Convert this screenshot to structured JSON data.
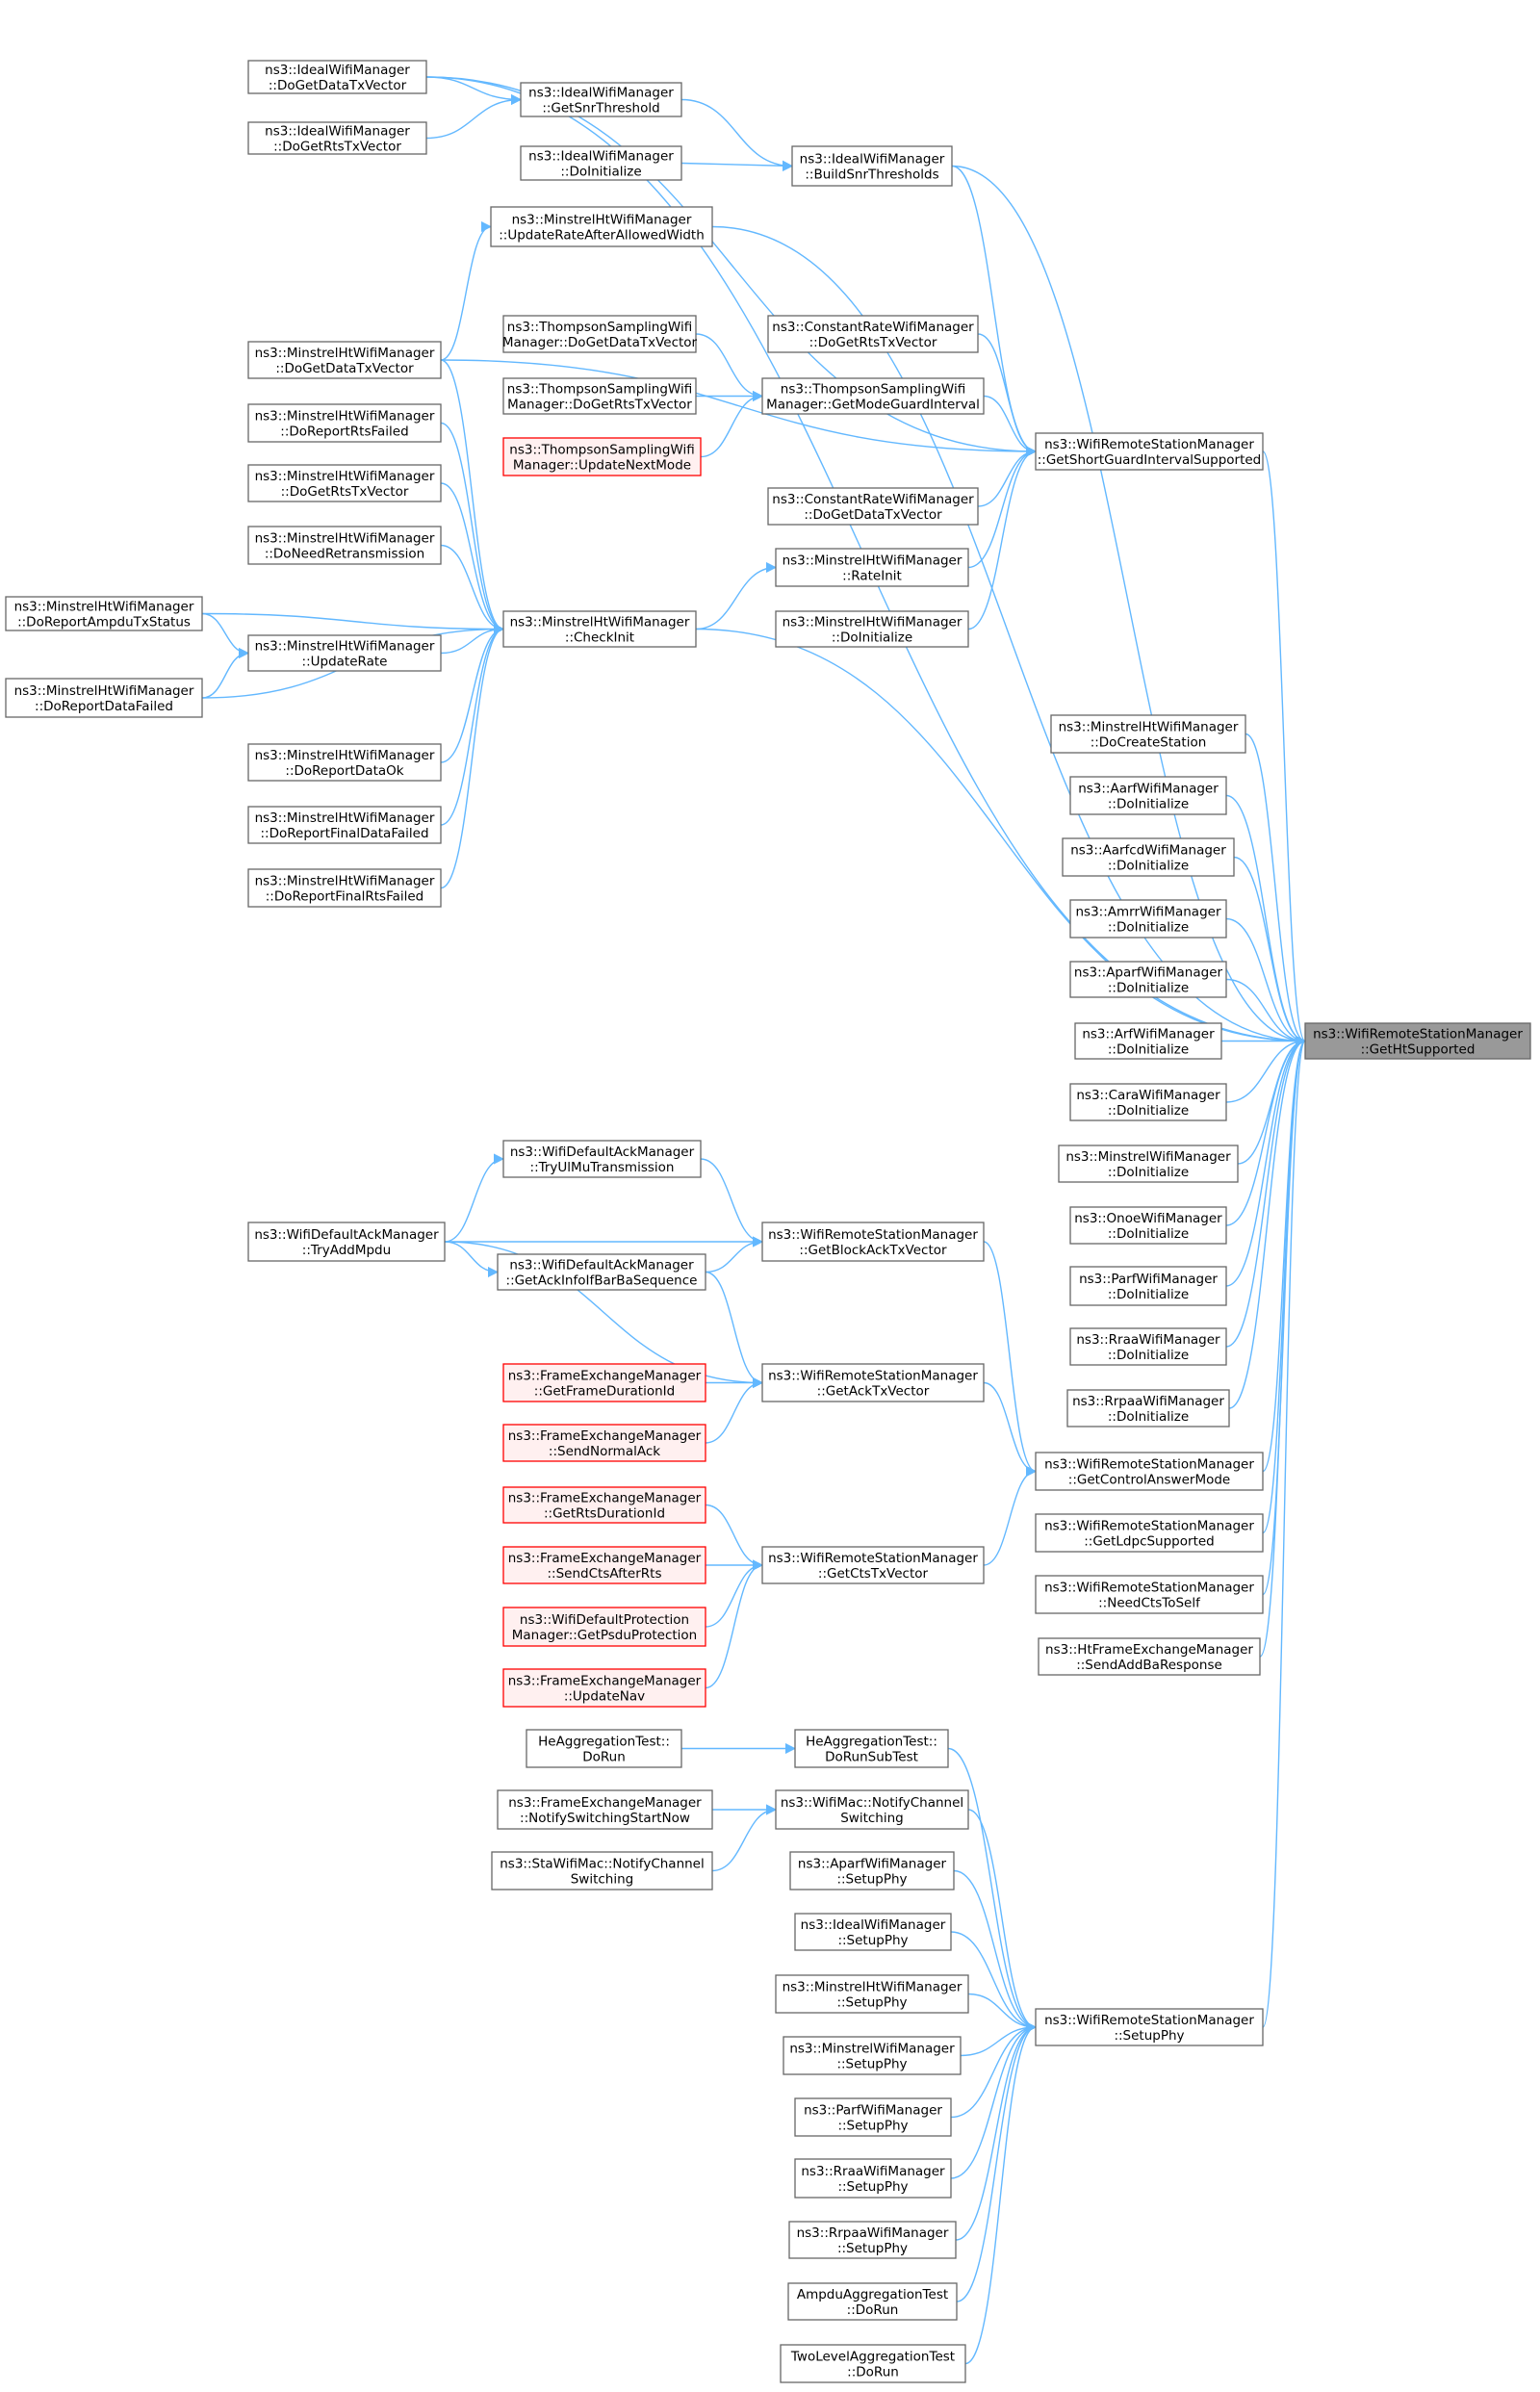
{
  "nodes": [
    {
      "id": "focus",
      "lines": [
        "ns3::WifiRemoteStationManager",
        "::GetHtSupported"
      ],
      "style": "focus"
    },
    {
      "id": "ideal_dgdtv",
      "lines": [
        "ns3::IdealWifiManager",
        "::DoGetDataTxVector"
      ]
    },
    {
      "id": "ideal_dgrtv",
      "lines": [
        "ns3::IdealWifiManager",
        "::DoGetRtsTxVector"
      ]
    },
    {
      "id": "ideal_gst",
      "lines": [
        "ns3::IdealWifiManager",
        "::GetSnrThreshold"
      ]
    },
    {
      "id": "ideal_doinit",
      "lines": [
        "ns3::IdealWifiManager",
        "::DoInitialize"
      ]
    },
    {
      "id": "ideal_bst",
      "lines": [
        "ns3::IdealWifiManager",
        "::BuildSnrThresholds"
      ]
    },
    {
      "id": "mht_uraw",
      "lines": [
        "ns3::MinstrelHtWifiManager",
        "::UpdateRateAfterAllowedWidth"
      ]
    },
    {
      "id": "mht_dgdtv",
      "lines": [
        "ns3::MinstrelHtWifiManager",
        "::DoGetDataTxVector"
      ]
    },
    {
      "id": "ts_dgdtv",
      "lines": [
        "ns3::ThompsonSamplingWifi",
        "Manager::DoGetDataTxVector"
      ]
    },
    {
      "id": "cr_dgrtv",
      "lines": [
        "ns3::ConstantRateWifiManager",
        "::DoGetRtsTxVector"
      ]
    },
    {
      "id": "ts_dgrtv",
      "lines": [
        "ns3::ThompsonSamplingWifi",
        "Manager::DoGetRtsTxVector"
      ]
    },
    {
      "id": "ts_gmgi",
      "lines": [
        "ns3::ThompsonSamplingWifi",
        "Manager::GetModeGuardInterval"
      ]
    },
    {
      "id": "ts_unm",
      "lines": [
        "ns3::ThompsonSamplingWifi",
        "Manager::UpdateNextMode"
      ],
      "style": "red"
    },
    {
      "id": "wrsm_gsgis",
      "lines": [
        "ns3::WifiRemoteStationManager",
        "::GetShortGuardIntervalSupported"
      ]
    },
    {
      "id": "mht_drrf",
      "lines": [
        "ns3::MinstrelHtWifiManager",
        "::DoReportRtsFailed"
      ]
    },
    {
      "id": "mht_dgrtv",
      "lines": [
        "ns3::MinstrelHtWifiManager",
        "::DoGetRtsTxVector"
      ]
    },
    {
      "id": "cr_dgdtv",
      "lines": [
        "ns3::ConstantRateWifiManager",
        "::DoGetDataTxVector"
      ]
    },
    {
      "id": "mht_dnr",
      "lines": [
        "ns3::MinstrelHtWifiManager",
        "::DoNeedRetransmission"
      ]
    },
    {
      "id": "mht_rateinit",
      "lines": [
        "ns3::MinstrelHtWifiManager",
        "::RateInit"
      ]
    },
    {
      "id": "mht_drats",
      "lines": [
        "ns3::MinstrelHtWifiManager",
        "::DoReportAmpduTxStatus"
      ]
    },
    {
      "id": "mht_checkinit",
      "lines": [
        "ns3::MinstrelHtWifiManager",
        "::CheckInit"
      ]
    },
    {
      "id": "mht_doinit",
      "lines": [
        "ns3::MinstrelHtWifiManager",
        "::DoInitialize"
      ]
    },
    {
      "id": "mht_updaterate",
      "lines": [
        "ns3::MinstrelHtWifiManager",
        "::UpdateRate"
      ]
    },
    {
      "id": "mht_drdf",
      "lines": [
        "ns3::MinstrelHtWifiManager",
        "::DoReportDataFailed"
      ]
    },
    {
      "id": "mht_dcs",
      "lines": [
        "ns3::MinstrelHtWifiManager",
        "::DoCreateStation"
      ]
    },
    {
      "id": "mht_drdo",
      "lines": [
        "ns3::MinstrelHtWifiManager",
        "::DoReportDataOk"
      ]
    },
    {
      "id": "aarf_di",
      "lines": [
        "ns3::AarfWifiManager",
        "::DoInitialize"
      ]
    },
    {
      "id": "mht_drfdf",
      "lines": [
        "ns3::MinstrelHtWifiManager",
        "::DoReportFinalDataFailed"
      ]
    },
    {
      "id": "aarfcd_di",
      "lines": [
        "ns3::AarfcdWifiManager",
        "::DoInitialize"
      ]
    },
    {
      "id": "mht_drfrf",
      "lines": [
        "ns3::MinstrelHtWifiManager",
        "::DoReportFinalRtsFailed"
      ]
    },
    {
      "id": "amrr_di",
      "lines": [
        "ns3::AmrrWifiManager",
        "::DoInitialize"
      ]
    },
    {
      "id": "aparf_di",
      "lines": [
        "ns3::AparfWifiManager",
        "::DoInitialize"
      ]
    },
    {
      "id": "arf_di",
      "lines": [
        "ns3::ArfWifiManager",
        "::DoInitialize"
      ]
    },
    {
      "id": "cara_di",
      "lines": [
        "ns3::CaraWifiManager",
        "::DoInitialize"
      ]
    },
    {
      "id": "dam_tumt",
      "lines": [
        "ns3::WifiDefaultAckManager",
        "::TryUlMuTransmission"
      ]
    },
    {
      "id": "minstrel_di",
      "lines": [
        "ns3::MinstrelWifiManager",
        "::DoInitialize"
      ]
    },
    {
      "id": "dam_tam",
      "lines": [
        "ns3::WifiDefaultAckManager",
        "::TryAddMpdu"
      ]
    },
    {
      "id": "wrsm_gbatv",
      "lines": [
        "ns3::WifiRemoteStationManager",
        "::GetBlockAckTxVector"
      ]
    },
    {
      "id": "onoe_di",
      "lines": [
        "ns3::OnoeWifiManager",
        "::DoInitialize"
      ]
    },
    {
      "id": "dam_gaibbs",
      "lines": [
        "ns3::WifiDefaultAckManager",
        "::GetAckInfoIfBarBaSequence"
      ]
    },
    {
      "id": "parf_di",
      "lines": [
        "ns3::ParfWifiManager",
        "::DoInitialize"
      ]
    },
    {
      "id": "rraa_di",
      "lines": [
        "ns3::RraaWifiManager",
        "::DoInitialize"
      ]
    },
    {
      "id": "fem_gfdi",
      "lines": [
        "ns3::FrameExchangeManager",
        "::GetFrameDurationId"
      ],
      "style": "red"
    },
    {
      "id": "wrsm_gatv",
      "lines": [
        "ns3::WifiRemoteStationManager",
        "::GetAckTxVector"
      ]
    },
    {
      "id": "rrpaa_di",
      "lines": [
        "ns3::RrpaaWifiManager",
        "::DoInitialize"
      ]
    },
    {
      "id": "fem_sna",
      "lines": [
        "ns3::FrameExchangeManager",
        "::SendNormalAck"
      ],
      "style": "red"
    },
    {
      "id": "wrsm_gcam",
      "lines": [
        "ns3::WifiRemoteStationManager",
        "::GetControlAnswerMode"
      ]
    },
    {
      "id": "fem_grdi",
      "lines": [
        "ns3::FrameExchangeManager",
        "::GetRtsDurationId"
      ],
      "style": "red"
    },
    {
      "id": "wrsm_gls",
      "lines": [
        "ns3::WifiRemoteStationManager",
        "::GetLdpcSupported"
      ]
    },
    {
      "id": "fem_scar",
      "lines": [
        "ns3::FrameExchangeManager",
        "::SendCtsAfterRts"
      ],
      "style": "red"
    },
    {
      "id": "wrsm_gctv",
      "lines": [
        "ns3::WifiRemoteStationManager",
        "::GetCtsTxVector"
      ]
    },
    {
      "id": "wrsm_ncts",
      "lines": [
        "ns3::WifiRemoteStationManager",
        "::NeedCtsToSelf"
      ]
    },
    {
      "id": "dpm_gpp",
      "lines": [
        "ns3::WifiDefaultProtection",
        "Manager::GetPsduProtection"
      ],
      "style": "red"
    },
    {
      "id": "hfem_sabr",
      "lines": [
        "ns3::HtFrameExchangeManager",
        "::SendAddBaResponse"
      ]
    },
    {
      "id": "fem_un",
      "lines": [
        "ns3::FrameExchangeManager",
        "::UpdateNav"
      ],
      "style": "red"
    },
    {
      "id": "hat_dorun",
      "lines": [
        "HeAggregationTest::",
        "DoRun"
      ]
    },
    {
      "id": "hat_drst",
      "lines": [
        "HeAggregationTest::",
        "DoRunSubTest"
      ]
    },
    {
      "id": "fem_nssn",
      "lines": [
        "ns3::FrameExchangeManager",
        "::NotifySwitchingStartNow"
      ]
    },
    {
      "id": "wmac_ncs",
      "lines": [
        "ns3::WifiMac::NotifyChannel",
        "Switching"
      ]
    },
    {
      "id": "sta_ncs",
      "lines": [
        "ns3::StaWifiMac::NotifyChannel",
        "Switching"
      ]
    },
    {
      "id": "aparf_sp",
      "lines": [
        "ns3::AparfWifiManager",
        "::SetupPhy"
      ]
    },
    {
      "id": "ideal_sp",
      "lines": [
        "ns3::IdealWifiManager",
        "::SetupPhy"
      ]
    },
    {
      "id": "mht_sp",
      "lines": [
        "ns3::MinstrelHtWifiManager",
        "::SetupPhy"
      ]
    },
    {
      "id": "wrsm_sp",
      "lines": [
        "ns3::WifiRemoteStationManager",
        "::SetupPhy"
      ]
    },
    {
      "id": "minstrel_sp",
      "lines": [
        "ns3::MinstrelWifiManager",
        "::SetupPhy"
      ]
    },
    {
      "id": "parf_sp",
      "lines": [
        "ns3::ParfWifiManager",
        "::SetupPhy"
      ]
    },
    {
      "id": "rraa_sp",
      "lines": [
        "ns3::RraaWifiManager",
        "::SetupPhy"
      ]
    },
    {
      "id": "rrpaa_sp",
      "lines": [
        "ns3::RrpaaWifiManager",
        "::SetupPhy"
      ]
    },
    {
      "id": "aat_dorun",
      "lines": [
        "AmpduAggregationTest",
        "::DoRun"
      ]
    },
    {
      "id": "tlat_dorun",
      "lines": [
        "TwoLevelAggregationTest",
        "::DoRun"
      ]
    }
  ],
  "edges": [
    [
      "ideal_dgdtv",
      "ideal_gst"
    ],
    [
      "ideal_dgrtv",
      "ideal_gst"
    ],
    [
      "ideal_gst",
      "ideal_bst"
    ],
    [
      "ideal_doinit",
      "ideal_bst"
    ],
    [
      "ideal_bst",
      "wrsm_gsgis"
    ],
    [
      "ideal_dgdtv",
      "wrsm_gsgis"
    ],
    [
      "mht_dgdtv",
      "mht_uraw"
    ],
    [
      "ts_dgdtv",
      "ts_gmgi"
    ],
    [
      "ts_dgrtv",
      "ts_gmgi"
    ],
    [
      "ts_unm",
      "ts_gmgi"
    ],
    [
      "ts_gmgi",
      "wrsm_gsgis"
    ],
    [
      "cr_dgrtv",
      "wrsm_gsgis"
    ],
    [
      "cr_dgdtv",
      "wrsm_gsgis"
    ],
    [
      "mht_rateinit",
      "wrsm_gsgis"
    ],
    [
      "mht_doinit",
      "wrsm_gsgis"
    ],
    [
      "mht_dgdtv",
      "wrsm_gsgis"
    ],
    [
      "mht_dgdtv",
      "mht_checkinit"
    ],
    [
      "mht_drrf",
      "mht_checkinit"
    ],
    [
      "mht_dgrtv",
      "mht_checkinit"
    ],
    [
      "mht_dnr",
      "mht_checkinit"
    ],
    [
      "mht_drats",
      "mht_checkinit"
    ],
    [
      "mht_updaterate",
      "mht_checkinit"
    ],
    [
      "mht_drdf",
      "mht_checkinit"
    ],
    [
      "mht_drdo",
      "mht_checkinit"
    ],
    [
      "mht_drfdf",
      "mht_checkinit"
    ],
    [
      "mht_drfrf",
      "mht_checkinit"
    ],
    [
      "mht_drats",
      "mht_updaterate"
    ],
    [
      "mht_drdf",
      "mht_updaterate"
    ],
    [
      "mht_checkinit",
      "mht_rateinit"
    ],
    [
      "ideal_dgdtv",
      "focus"
    ],
    [
      "ideal_bst",
      "focus"
    ],
    [
      "mht_uraw",
      "focus"
    ],
    [
      "wrsm_gsgis",
      "focus"
    ],
    [
      "mht_checkinit",
      "focus"
    ],
    [
      "mht_dcs",
      "focus"
    ],
    [
      "aarf_di",
      "focus"
    ],
    [
      "aarfcd_di",
      "focus"
    ],
    [
      "amrr_di",
      "focus"
    ],
    [
      "aparf_di",
      "focus"
    ],
    [
      "arf_di",
      "focus"
    ],
    [
      "cara_di",
      "focus"
    ],
    [
      "minstrel_di",
      "focus"
    ],
    [
      "onoe_di",
      "focus"
    ],
    [
      "parf_di",
      "focus"
    ],
    [
      "rraa_di",
      "focus"
    ],
    [
      "rrpaa_di",
      "focus"
    ],
    [
      "wrsm_gcam",
      "focus"
    ],
    [
      "wrsm_gls",
      "focus"
    ],
    [
      "wrsm_ncts",
      "focus"
    ],
    [
      "hfem_sabr",
      "focus"
    ],
    [
      "wrsm_sp",
      "focus"
    ],
    [
      "dam_tam",
      "dam_tumt"
    ],
    [
      "dam_tam",
      "dam_gaibbs"
    ],
    [
      "dam_tam",
      "wrsm_gbatv"
    ],
    [
      "dam_tam",
      "wrsm_gatv"
    ],
    [
      "dam_tumt",
      "wrsm_gbatv"
    ],
    [
      "dam_gaibbs",
      "wrsm_gbatv"
    ],
    [
      "dam_gaibbs",
      "wrsm_gatv"
    ],
    [
      "fem_gfdi",
      "wrsm_gatv"
    ],
    [
      "fem_sna",
      "wrsm_gatv"
    ],
    [
      "wrsm_gbatv",
      "wrsm_gcam"
    ],
    [
      "wrsm_gatv",
      "wrsm_gcam"
    ],
    [
      "wrsm_gctv",
      "wrsm_gcam"
    ],
    [
      "fem_grdi",
      "wrsm_gctv"
    ],
    [
      "fem_scar",
      "wrsm_gctv"
    ],
    [
      "dpm_gpp",
      "wrsm_gctv"
    ],
    [
      "fem_un",
      "wrsm_gctv"
    ],
    [
      "hat_dorun",
      "hat_drst"
    ],
    [
      "fem_nssn",
      "wmac_ncs"
    ],
    [
      "sta_ncs",
      "wmac_ncs"
    ],
    [
      "hat_drst",
      "wrsm_sp"
    ],
    [
      "wmac_ncs",
      "wrsm_sp"
    ],
    [
      "aparf_sp",
      "wrsm_sp"
    ],
    [
      "ideal_sp",
      "wrsm_sp"
    ],
    [
      "mht_sp",
      "wrsm_sp"
    ],
    [
      "minstrel_sp",
      "wrsm_sp"
    ],
    [
      "parf_sp",
      "wrsm_sp"
    ],
    [
      "rraa_sp",
      "wrsm_sp"
    ],
    [
      "rrpaa_sp",
      "wrsm_sp"
    ],
    [
      "aat_dorun",
      "wrsm_sp"
    ],
    [
      "tlat_dorun",
      "wrsm_sp"
    ]
  ]
}
